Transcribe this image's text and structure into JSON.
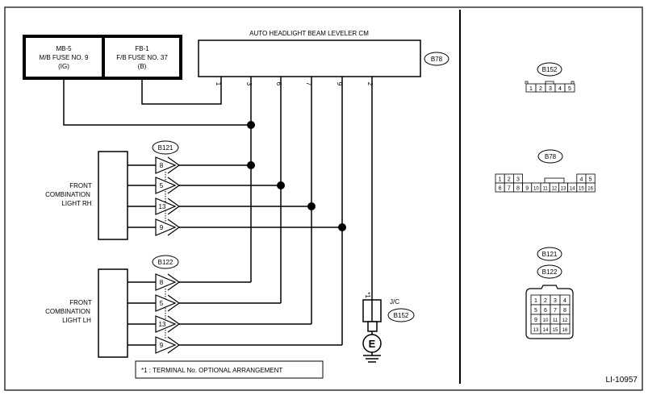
{
  "diagram_id": "LI-10957",
  "fuses": {
    "left": {
      "line1": "MB-5",
      "line2": "M/B FUSE NO. 9",
      "line3": "(IG)"
    },
    "right": {
      "line1": "FB-1",
      "line2": "F/B FUSE NO. 37",
      "line3": "(B)"
    }
  },
  "control_module": {
    "title": "AUTO HEADLIGHT BEAM LEVELER CM",
    "connector": "B78"
  },
  "cm_pins": [
    "1",
    "3",
    "6",
    "7",
    "9",
    "2"
  ],
  "front_rh": {
    "line1": "FRONT",
    "line2": "COMBINATION",
    "line3": "LIGHT RH",
    "connector": "B121"
  },
  "front_lh": {
    "line1": "FRONT",
    "line2": "COMBINATION",
    "line3": "LIGHT LH",
    "connector": "B122"
  },
  "lamp_pins": [
    "8",
    "5",
    "13",
    "9"
  ],
  "jc": {
    "label": "J/C",
    "connector": "B152",
    "star": "*1"
  },
  "ground": "E",
  "note": "*1 : TERMINAL No. OPTIONAL ARRANGEMENT",
  "connector_views": {
    "b152": {
      "name": "B152",
      "pins": [
        "1",
        "2",
        "3",
        "4",
        "5"
      ]
    },
    "b78": {
      "name": "B78",
      "top_pins": [
        "1",
        "2",
        "3",
        "4",
        "5"
      ],
      "bottom_pins": [
        "6",
        "7",
        "8",
        "9",
        "10",
        "11",
        "12",
        "13",
        "14",
        "15",
        "16"
      ]
    },
    "b121_b122": {
      "name1": "B121",
      "name2": "B122",
      "pins": [
        "1",
        "2",
        "3",
        "4",
        "5",
        "6",
        "7",
        "8",
        "9",
        "10",
        "11",
        "12",
        "13",
        "14",
        "15",
        "16"
      ]
    }
  }
}
